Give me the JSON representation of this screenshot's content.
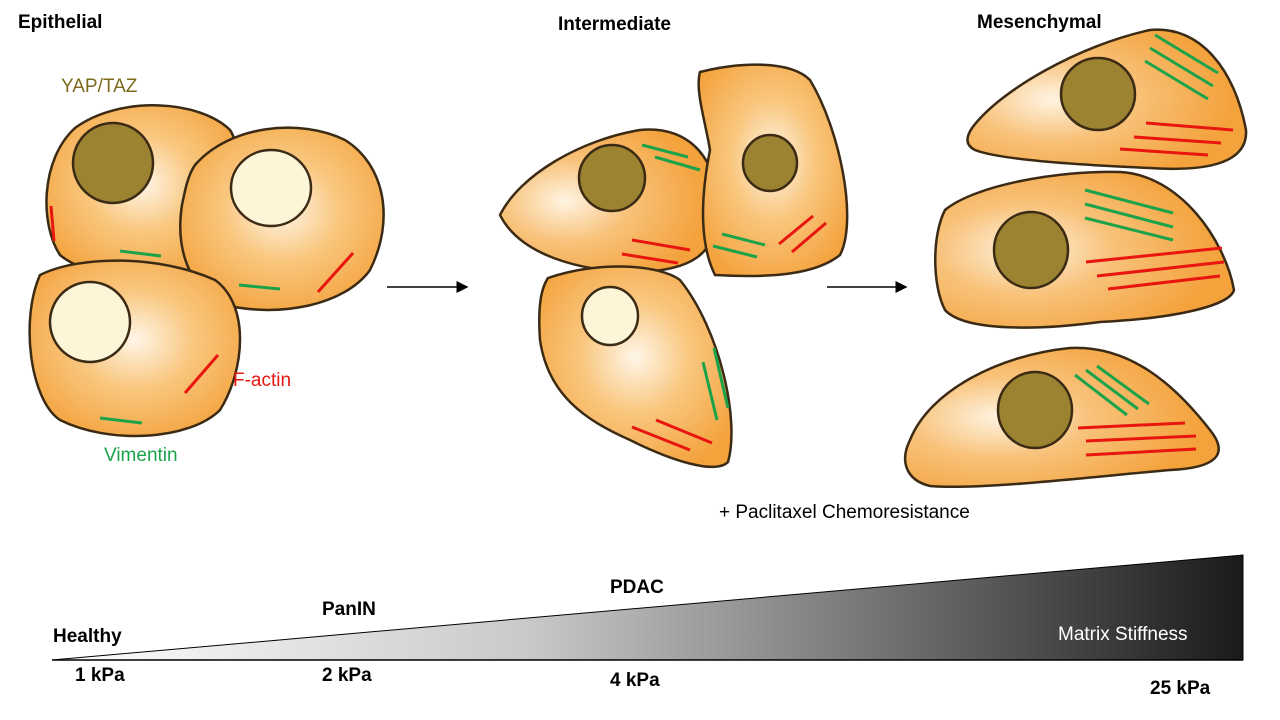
{
  "stages": {
    "epithelial": "Epithelial",
    "intermediate": "Intermediate",
    "mesenchymal": "Mesenchymal"
  },
  "legend": {
    "yap_taz": "YAP/TAZ",
    "f_actin": "F-actin",
    "vimentin": "Vimentin"
  },
  "chemoresistance_note": "+ Paclitaxel Chemoresistance",
  "stiffness_scale": {
    "axis_label": "Matrix Stiffness",
    "stages": [
      "Healthy",
      "PanIN",
      "PDAC"
    ],
    "values": [
      "1 kPa",
      "2 kPa",
      "4 kPa",
      "25 kPa"
    ]
  },
  "colors": {
    "cell_fill": "#f4a640",
    "cell_highlight": "#fff3e0",
    "nucleus_yap": "#9b8332",
    "nucleus_empty": "#fdf5d8",
    "f_actin": "#e8160f",
    "vimentin": "#1ca34a",
    "yap_text": "#7d6a1c"
  }
}
